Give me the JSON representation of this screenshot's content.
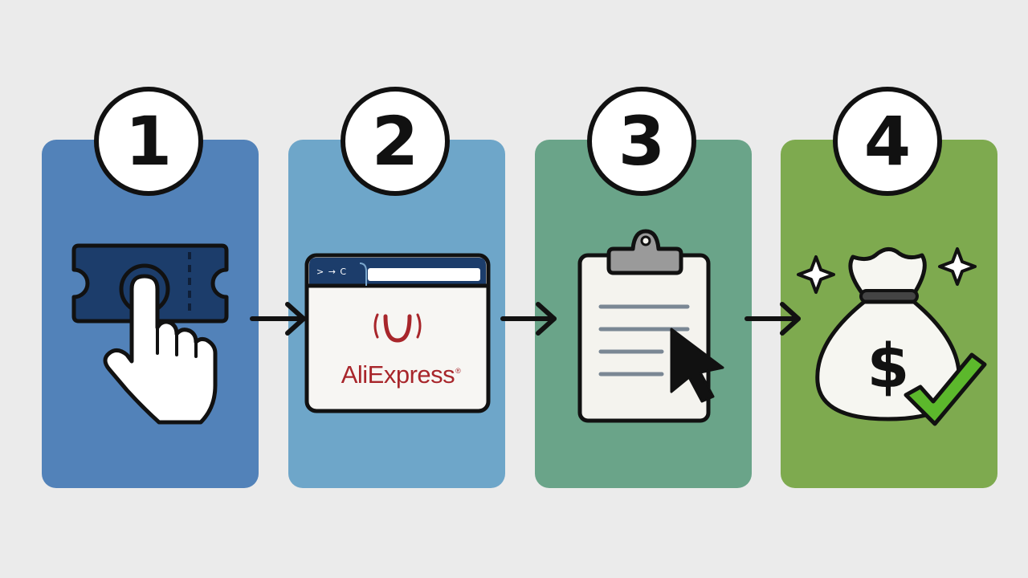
{
  "colors": {
    "background": "#ebebeb",
    "card1": "#5282b9",
    "card2": "#6ea6c9",
    "card3": "#6aa489",
    "card4": "#7eaa4f",
    "outline": "#111111",
    "navy": "#1c3d6b",
    "brand_red": "#a8262b",
    "check_green": "#5cb82c"
  },
  "steps": [
    {
      "number": "1",
      "icon": "coupon-tap-icon"
    },
    {
      "number": "2",
      "icon": "browser-window-icon"
    },
    {
      "number": "3",
      "icon": "clipboard-cursor-icon"
    },
    {
      "number": "4",
      "icon": "money-bag-check-icon"
    }
  ],
  "browser": {
    "nav_glyphs": "> → C",
    "brand": "AliExpress",
    "registered_mark": "®"
  },
  "money_bag": {
    "symbol": "$"
  }
}
